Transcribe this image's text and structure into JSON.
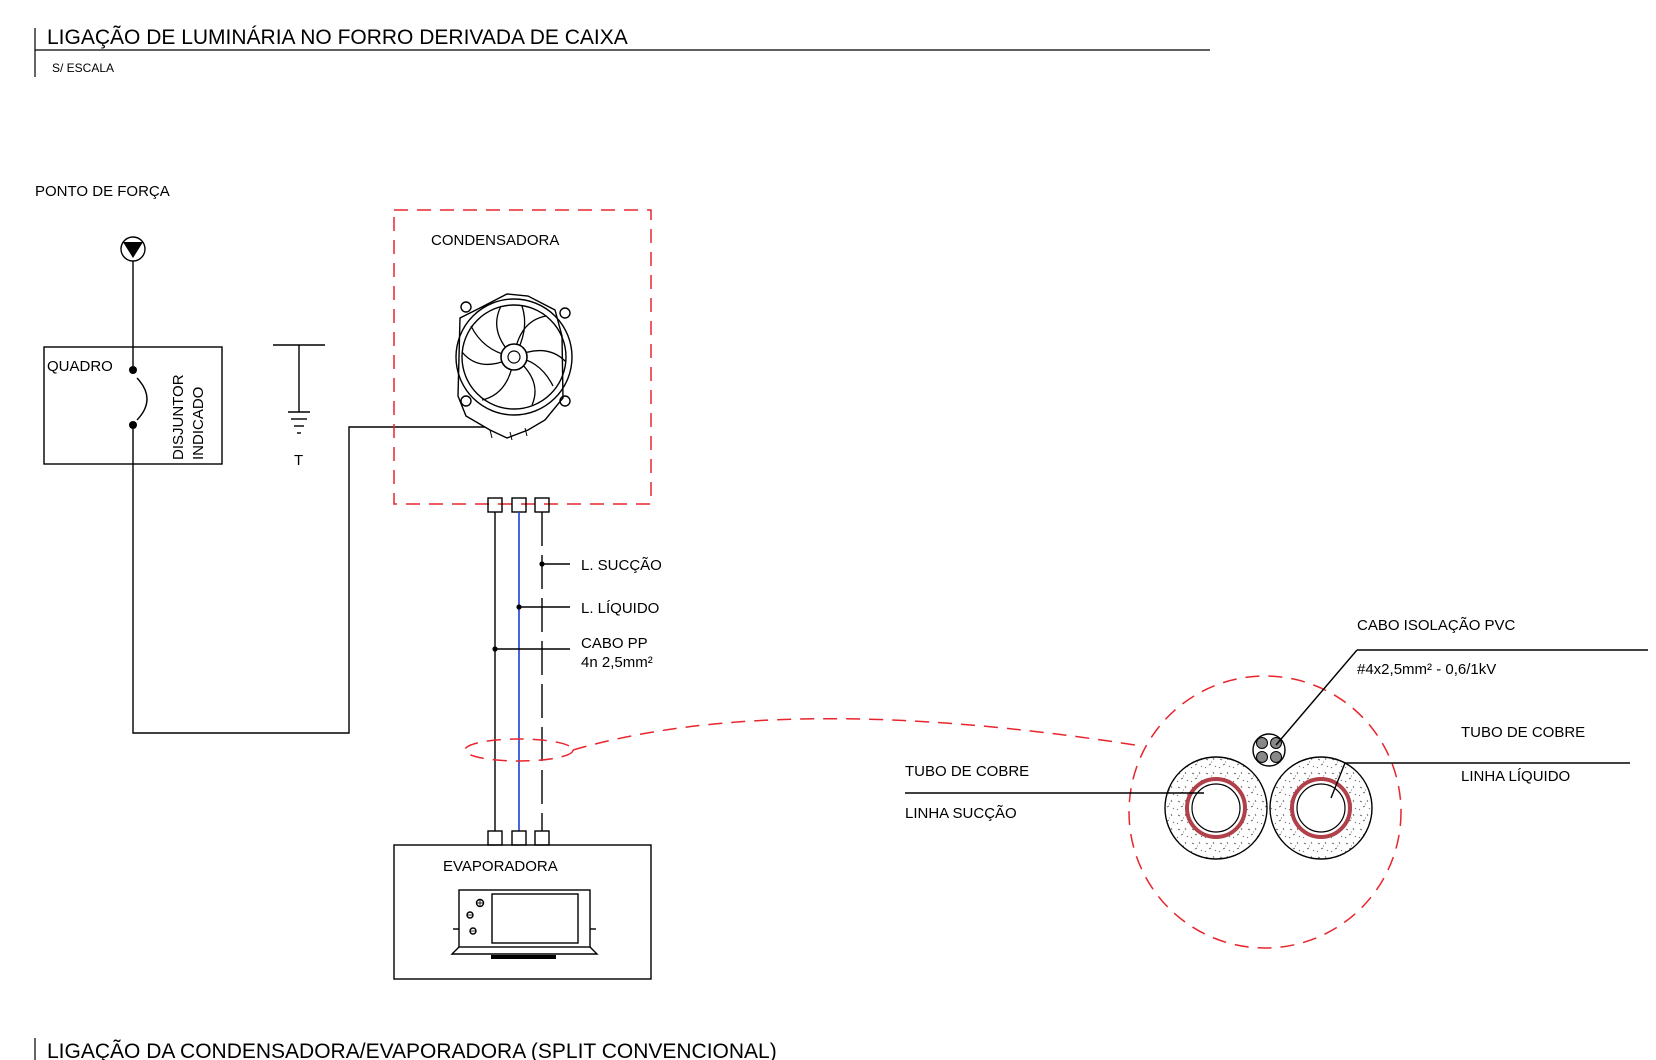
{
  "top_title": "LIGAÇÃO DE LUMINÁRIA NO FORRO DERIVADA DE CAIXA",
  "scale_note": "S/ ESCALA",
  "power_point_label": "PONTO DE FORÇA",
  "panel": {
    "title": "QUADRO",
    "breaker_line1": "DISJUNTOR",
    "breaker_line2": "INDICADO"
  },
  "ground_label": "T",
  "condenser_label": "CONDENSADORA",
  "evaporator_label": "EVAPORADORA",
  "line_labels": {
    "suction": "L. SUCÇÃO",
    "liquid": "L. LÍQUIDO",
    "cable_line1": "CABO PP",
    "cable_line2": "4n 2,5mm²"
  },
  "detail": {
    "cable_title": "CABO ISOLAÇÃO PVC",
    "cable_spec": "#4x2,5mm² - 0,6/1kV",
    "left_tube_title": "TUBO DE COBRE",
    "left_tube_sub": "LINHA SUCÇÃO",
    "right_tube_title": "TUBO DE COBRE",
    "right_tube_sub": "LINHA LÍQUIDO"
  },
  "bottom_title": "LIGAÇÃO DA CONDENSADORA/EVAPORADORA (SPLIT CONVENCIONAL)",
  "colors": {
    "red": "#e8252c",
    "blue": "#1a3fd6",
    "copper": "#b0404a"
  },
  "icons": [
    "power-point-icon",
    "breaker-icon",
    "ground-icon",
    "fan-icon",
    "evaporator-unit-icon"
  ]
}
